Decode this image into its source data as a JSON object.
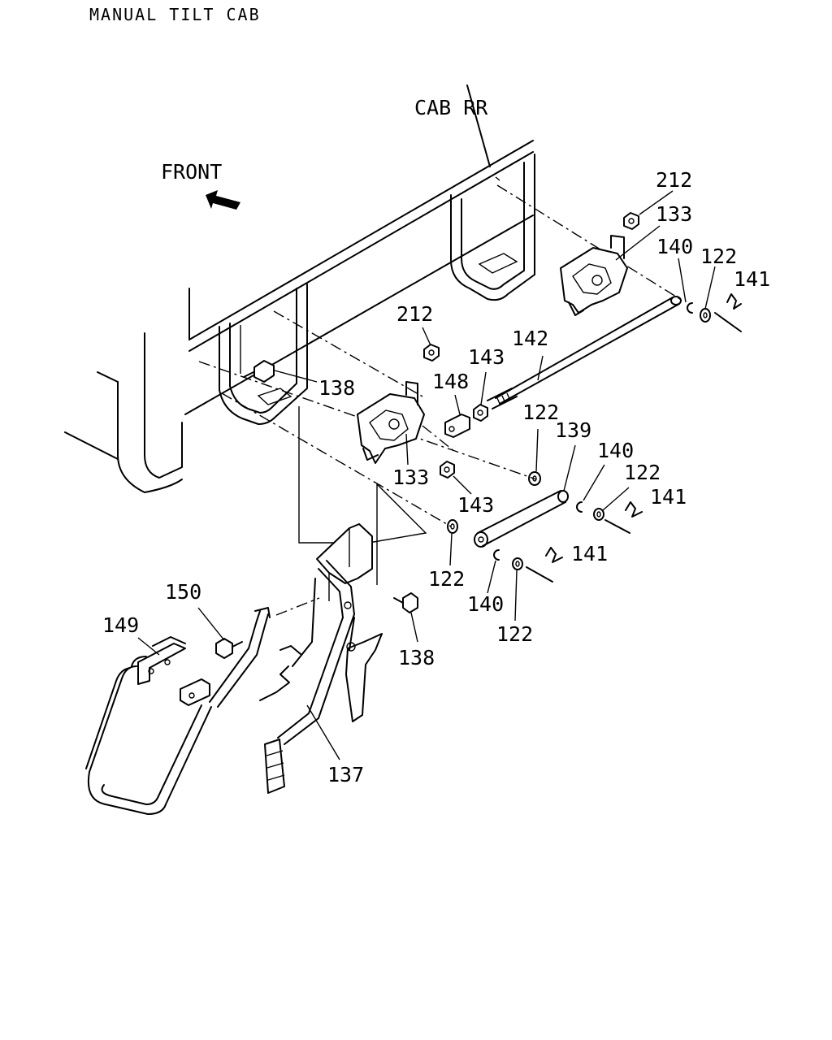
{
  "title": "MANUAL TILT CAB",
  "labels": {
    "cab_rr": "CAB RR",
    "front": "FRONT",
    "p212a": "212",
    "p133a": "133",
    "p140a": "140",
    "p122a": "122",
    "p141a": "141",
    "p212b": "212",
    "p142": "142",
    "p143a": "143",
    "p148": "148",
    "p138a": "138",
    "p122b": "122",
    "p139": "139",
    "p140b": "140",
    "p122c": "122",
    "p141b": "141",
    "p133b": "133",
    "p143b": "143",
    "p122d": "122",
    "p141c": "141",
    "p150": "150",
    "p149": "149",
    "p140c": "140",
    "p122e": "122",
    "p138b": "138",
    "p137": "137"
  }
}
